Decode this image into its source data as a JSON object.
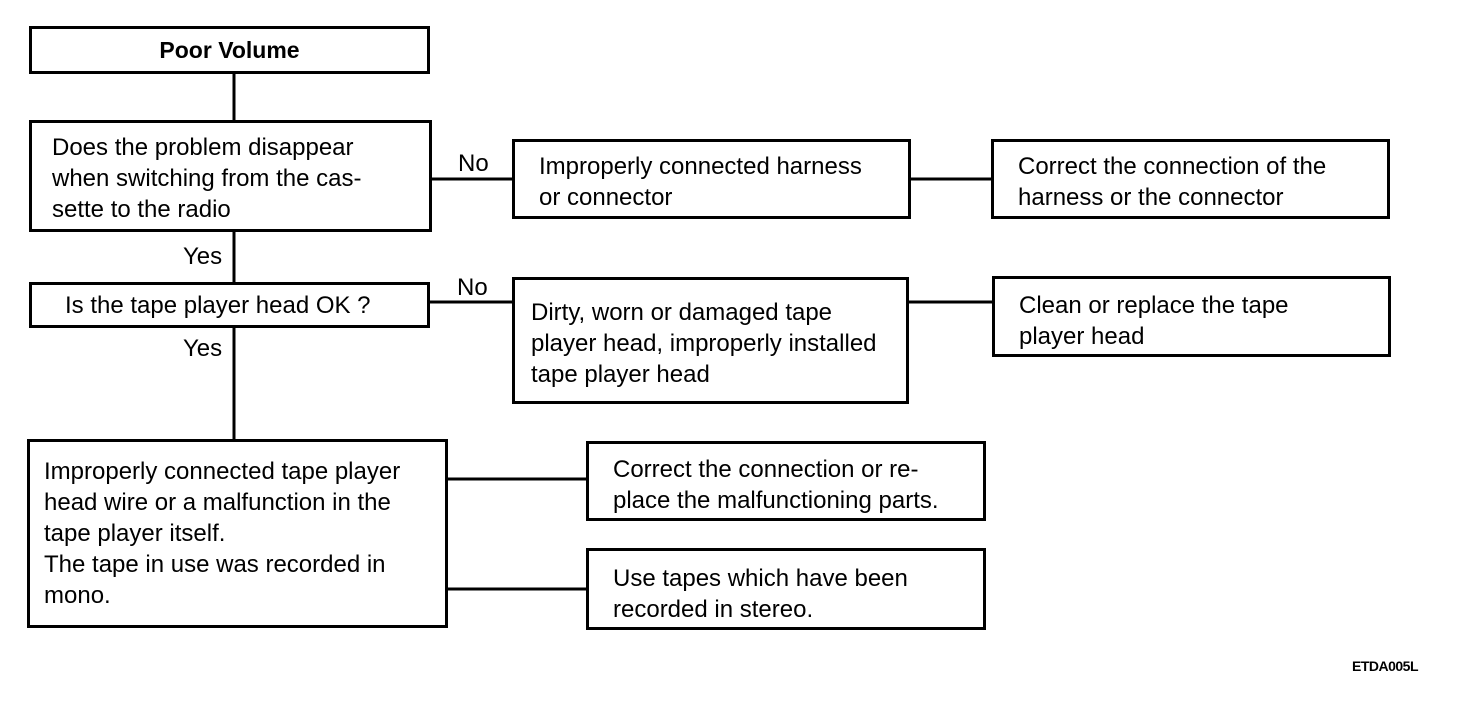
{
  "title": "Poor Volume",
  "question_1": {
    "lines": [
      "Does the problem disappear",
      "when switching from the cas-",
      "sette to the radio"
    ]
  },
  "question_2": {
    "lines": [
      "Is the tape player head OK ?"
    ]
  },
  "cause_1": {
    "lines": [
      "Improperly connected harness",
      "or connector"
    ]
  },
  "action_1": {
    "lines": [
      "Correct the connection of the",
      "harness or the connector"
    ]
  },
  "cause_2": {
    "lines": [
      "Dirty, worn or damaged tape",
      "player head, improperly installed",
      "tape player head"
    ]
  },
  "action_2": {
    "lines": [
      "Clean or replace the tape",
      "player head"
    ]
  },
  "cause_3": {
    "lines": [
      "Improperly connected tape player",
      "head wire or a malfunction in the",
      "tape player itself.",
      "The tape in use was recorded in",
      "mono."
    ]
  },
  "action_3": {
    "lines": [
      "Correct the connection or re-",
      "place the malfunctioning parts."
    ]
  },
  "action_4": {
    "lines": [
      "Use tapes which have been",
      "recorded in stereo."
    ]
  },
  "labels": {
    "no_1": "No",
    "yes_1": "Yes",
    "no_2": "No",
    "yes_2": "Yes"
  },
  "reference_code": "ETDA005L",
  "colors": {
    "line": "#000000",
    "background": "#ffffff"
  }
}
